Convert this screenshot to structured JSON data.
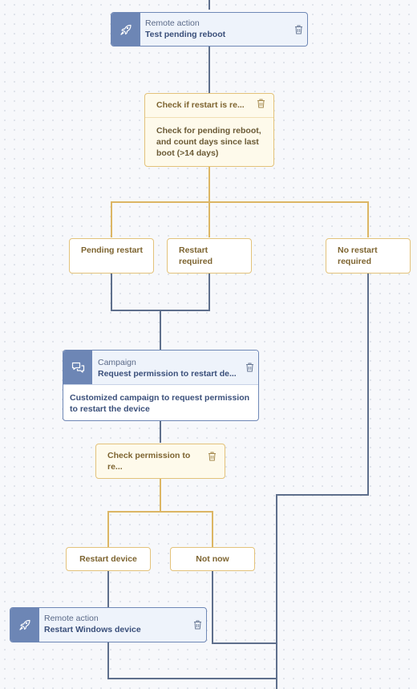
{
  "nodes": {
    "test_reboot": {
      "kind": "Remote action",
      "title": "Test pending reboot"
    },
    "check_restart": {
      "title": "Check if restart is re...",
      "description": "Check for pending reboot, and count days since last boot (>14 days)"
    },
    "branches_top": {
      "pending": "Pending restart",
      "required": "Restart required",
      "no_restart": "No restart required"
    },
    "campaign": {
      "kind": "Campaign",
      "title": "Request permission to restart de...",
      "description": "Customized campaign to request permission to restart the device"
    },
    "check_permission": {
      "title": "Check permission to re..."
    },
    "branches_bottom": {
      "restart_device": "Restart device",
      "not_now": "Not now"
    },
    "restart_windows": {
      "kind": "Remote action",
      "title": "Restart Windows device"
    }
  },
  "icons": {
    "remote_action": "rocket-icon",
    "campaign": "chat-bubbles-icon",
    "delete": "trash-icon"
  },
  "colors": {
    "blue_line": "#5e6f8c",
    "yellow_line": "#dcb664",
    "blue_accent": "#6d86b5",
    "yellow_fill": "#fefaeb"
  }
}
